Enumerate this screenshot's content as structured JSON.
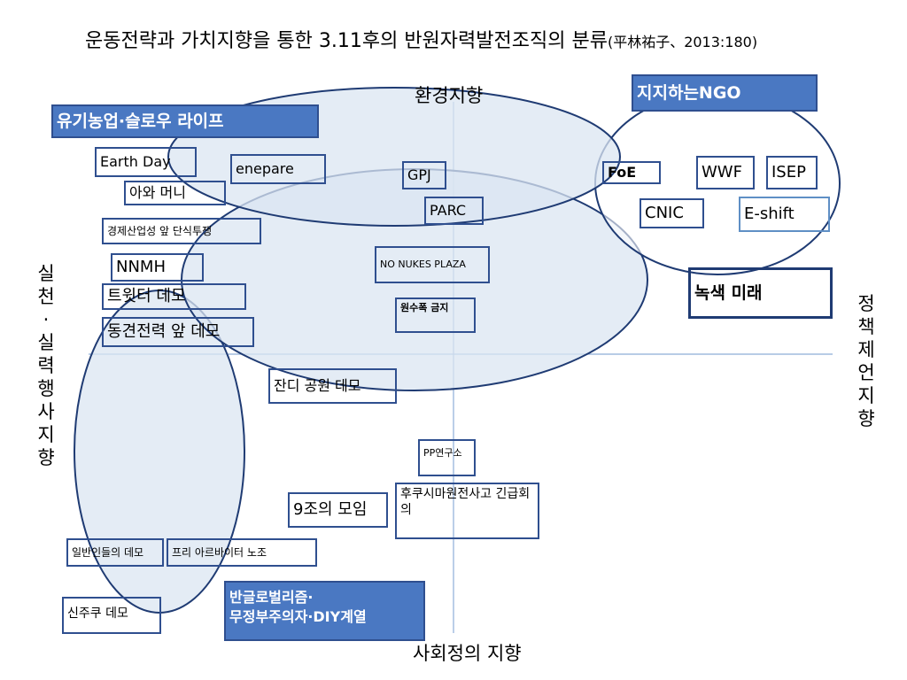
{
  "title": {
    "main": "운동전략과 가치지향을 통한 3.11후의 반원자력발전조직의 분류",
    "citation": "(平林祐子、2013:180)"
  },
  "axes": {
    "top": "환경지향",
    "bottom": "사회정의 지향",
    "left": "실천· 실력행사지향",
    "right": "정책제언지향"
  },
  "colors": {
    "ellipse_fill": "#dbe5f1",
    "ellipse_stroke": "#1f3b73",
    "axis_line": "#8eaed8",
    "filled_box": "#4a78c2"
  },
  "boxes": {
    "organic": "유기농업·슬로우 라이프",
    "ngo": "지지하는NGO",
    "earth_day": "Earth Day",
    "enepare": "enepare",
    "awa": "아와 머니",
    "keidanren": "경제산업성 앞 단식투쟁",
    "nnmh": "NNMH",
    "twitter": "트윗터 데모",
    "tepco": "동견전력 앞 데모",
    "gpj": "GPJ",
    "parc": "PARC",
    "no_nukes": "NO NUKES PLAZA",
    "gensuikin": "원수폭 금지",
    "foe": "FoE",
    "wwf": "WWF",
    "isep": "ISEP",
    "cnic": "CNIC",
    "eshift": "E-shift",
    "greens": "녹색 미래",
    "lawn": "잔디 공원 데모",
    "pp": "PP연구소",
    "article9": "9조의 모임",
    "fukushima": "후쿠시마원전사고 긴급회의",
    "citizens": "일반인들의 데모",
    "freeter": "프리 아르바이터 노조",
    "shinjuku": "신주쿠 데모",
    "antiglobal_1": "반글로벌리즘·",
    "antiglobal_2": "무정부주의자·DIY계열"
  }
}
